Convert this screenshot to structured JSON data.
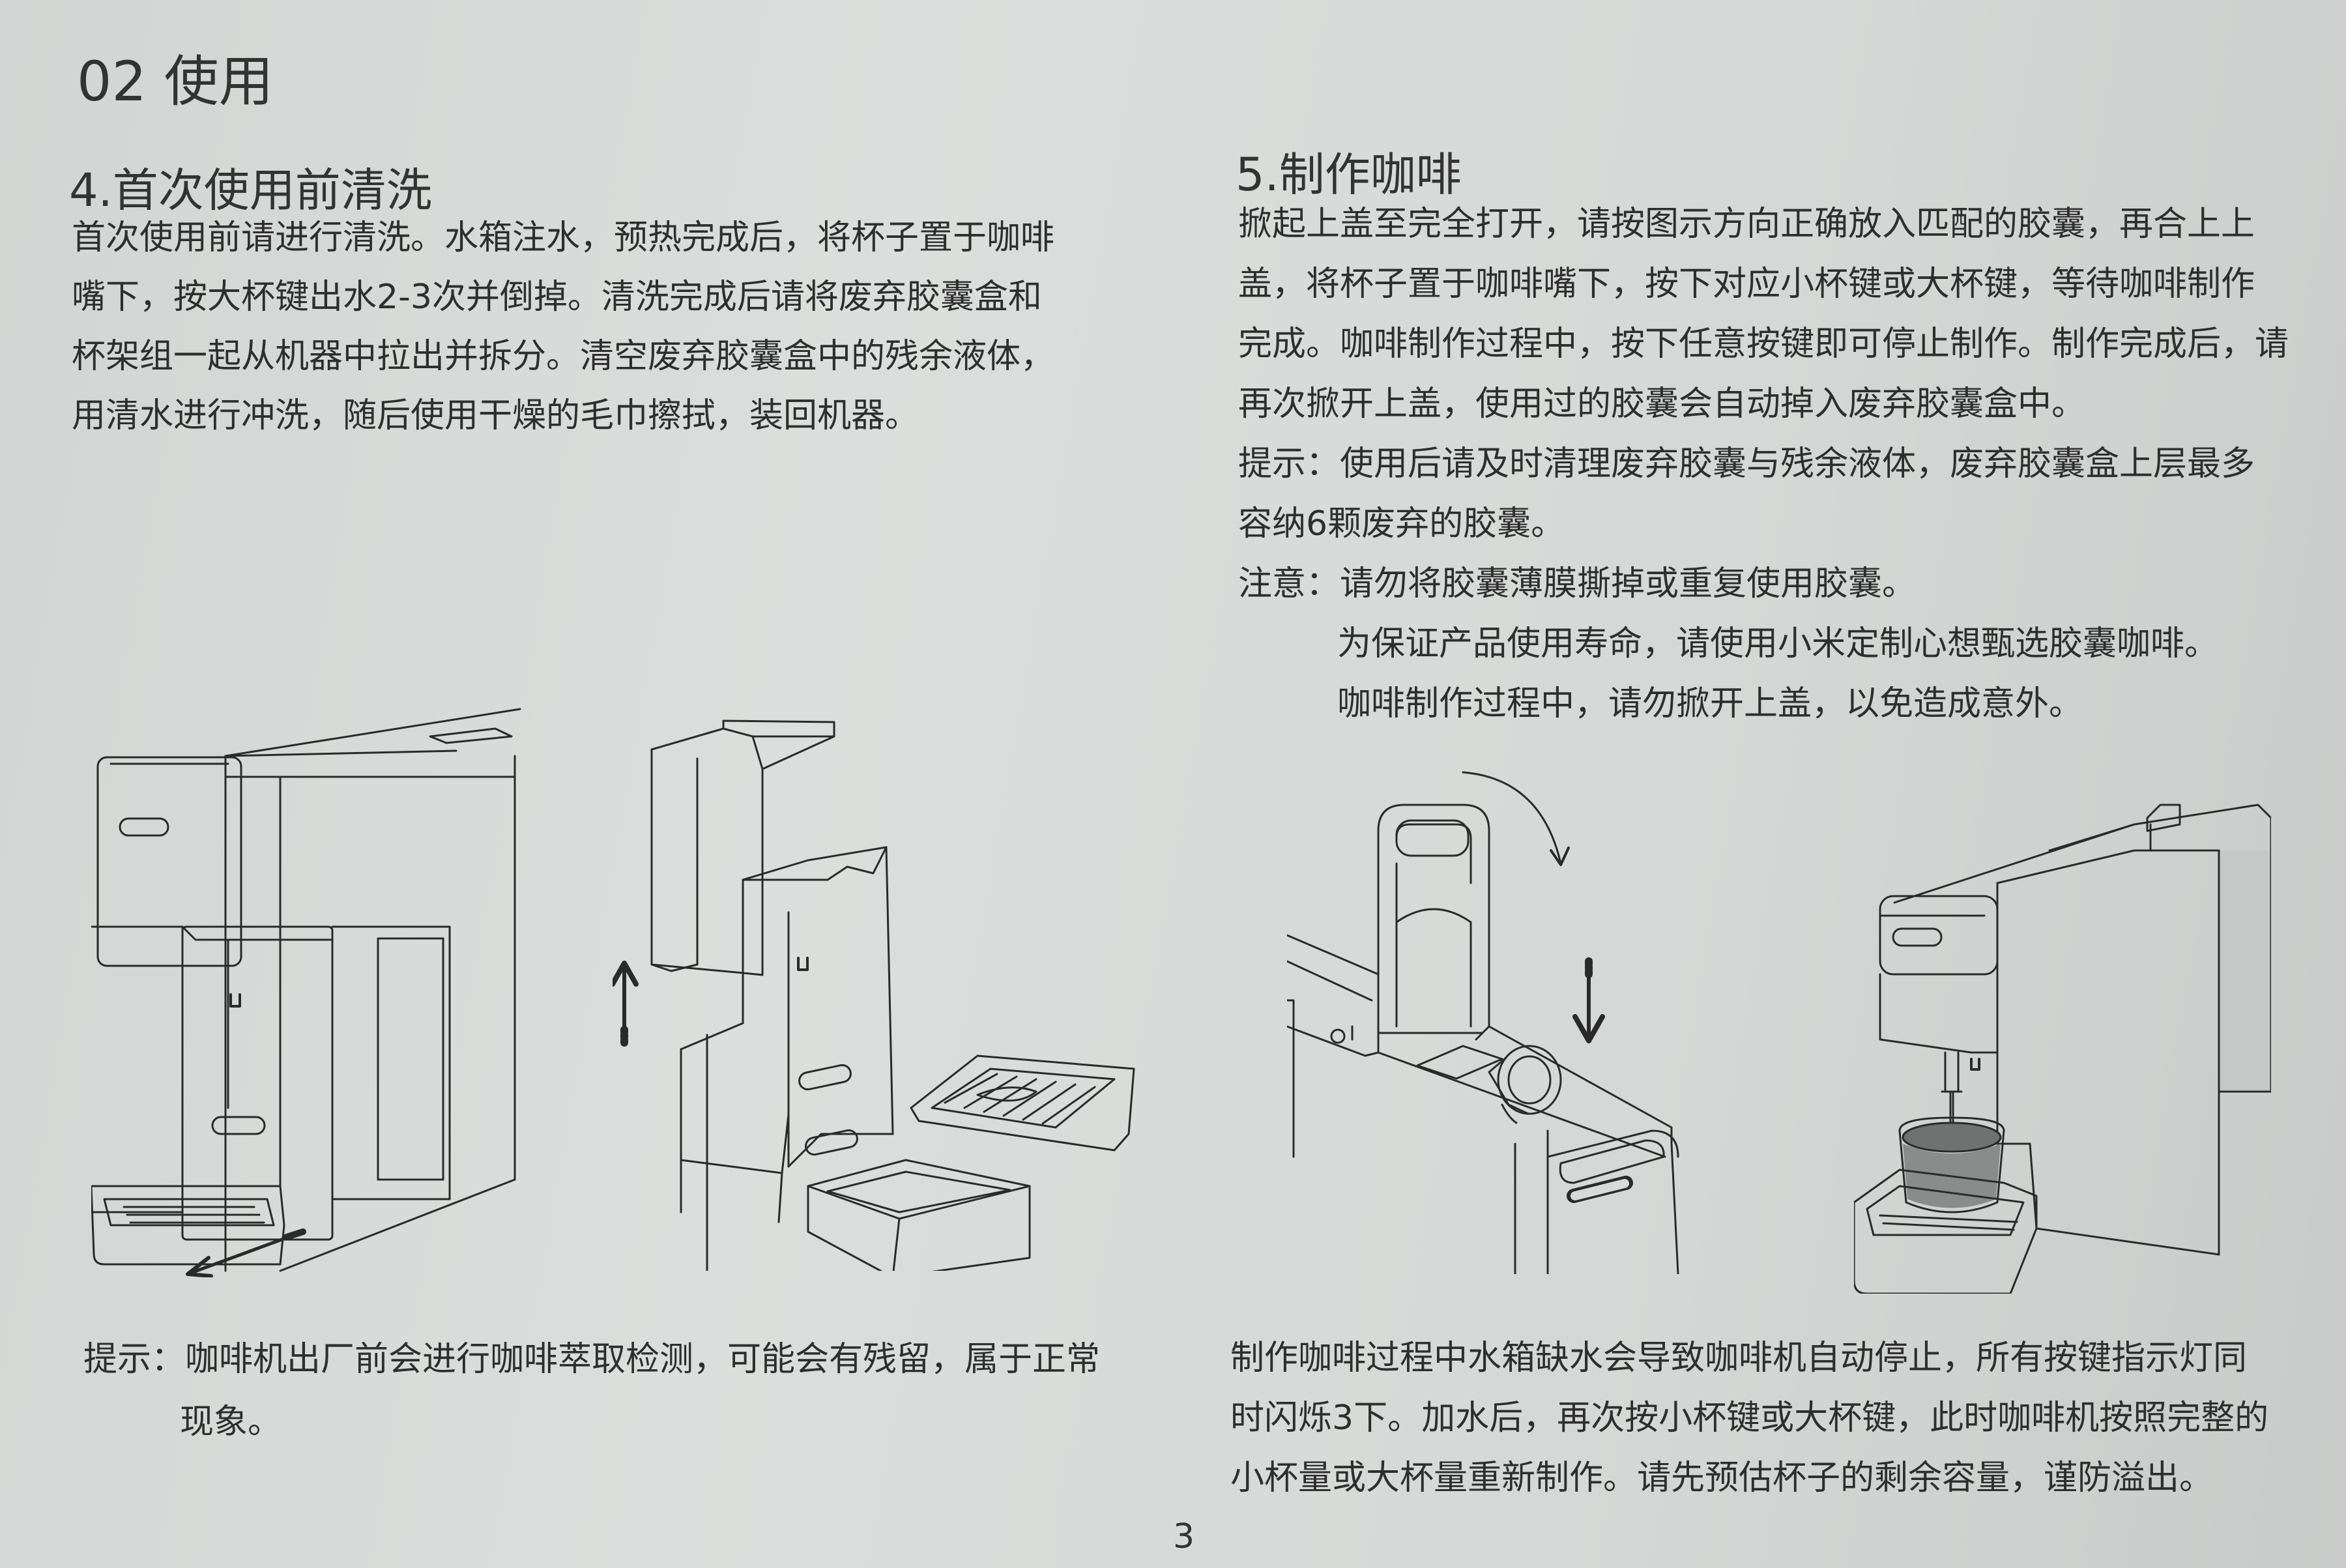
{
  "section_title": "02 使用",
  "left": {
    "heading": "4.首次使用前清洗",
    "lines": [
      "首次使用前请进行清洗。水箱注水，预热完成后，将杯子置于咖啡",
      "嘴下，按大杯键出水2-3次并倒掉。清洗完成后请将废弃胶囊盒和",
      "杯架组一起从机器中拉出并拆分。清空废弃胶囊盒中的残余液体，",
      "用清水进行冲洗，随后使用干燥的毛巾擦拭，装回机器。"
    ],
    "tip_label": "提示：",
    "tip_lines": [
      "咖啡机出厂前会进行咖啡萃取检测，可能会有残留，属于正常",
      "现象。"
    ]
  },
  "right": {
    "heading": "5.制作咖啡",
    "lines": [
      "掀起上盖至完全打开，请按图示方向正确放入匹配的胶囊，再合上上",
      "盖，将杯子置于咖啡嘴下，按下对应小杯键或大杯键，等待咖啡制作",
      "完成。咖啡制作过程中，按下任意按键即可停止制作。制作完成后，请",
      "再次掀开上盖，使用过的胶囊会自动掉入废弃胶囊盒中。"
    ],
    "tip_label": "提示：",
    "tip_lines": [
      "使用后请及时清理废弃胶囊与残余液体，废弃胶囊盒上层最多",
      "容纳6颗废弃的胶囊。"
    ],
    "caution_label": "注意：",
    "caution_lines": [
      "请勿将胶囊薄膜撕掉或重复使用胶囊。",
      "为保证产品使用寿命，请使用小米定制心想甄选胶囊咖啡。",
      "咖啡制作过程中，请勿掀开上盖，以免造成意外。"
    ],
    "bottom_lines": [
      "制作咖啡过程中水箱缺水会导致咖啡机自动停止，所有按键指示灯同",
      "时闪烁3下。加水后，再次按小杯键或大杯键，此时咖啡机按照完整的",
      "小杯量或大杯量重新制作。请先预估杯子的剩余容量，谨防溢出。"
    ]
  },
  "page_number": "3"
}
